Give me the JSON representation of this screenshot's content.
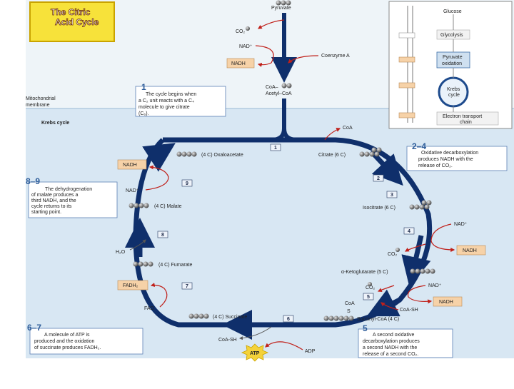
{
  "title": {
    "line1": "The Citric",
    "line2": "Acid Cycle"
  },
  "top": {
    "pyruvate": "Pyruvate",
    "co2": "CO₂",
    "nad_plus": "NAD⁺",
    "nadh": "NADH",
    "coenzyme_a": "Coenzyme A",
    "coa": "CoA–",
    "acetyl_coa": "Acetyl–CoA",
    "mito_membrane_1": "Mitochondrial",
    "mito_membrane_2": "membrane",
    "krebs_cycle": "Krebs cycle"
  },
  "inset": {
    "items": [
      "Glucose",
      "Glycolysis",
      "Pyruvate",
      "oxidation",
      "Krebs",
      "cycle",
      "Electron transport",
      "chain"
    ]
  },
  "notes": {
    "n1": {
      "num": "1",
      "lines": [
        "The cycle begins when",
        "a C₂ unit reacts with a C₄",
        "molecule to give citrate",
        "(C₆)."
      ]
    },
    "n24": {
      "num": "2–4",
      "lines": [
        "Oxidative decarboxylation",
        "produces NADH with the",
        "release of CO₂."
      ]
    },
    "n89": {
      "num": "8–9",
      "lines": [
        "The dehydrogenation",
        "of malate produces a",
        "third NADH, and the",
        "cycle returns to its",
        "starting point."
      ]
    },
    "n67": {
      "num": "6–7",
      "lines": [
        "A molecule of ATP is",
        "produced and the oxidation",
        "of succinate produces FADH₂."
      ]
    },
    "n5": {
      "num": "5",
      "lines": [
        "A second oxidative",
        "decarboxylation produces",
        "a second NADH with the",
        "release of a second CO₂."
      ]
    }
  },
  "cycle": {
    "oxaloacetate": "(4 C) Oxaloacetate",
    "citrate": "Citrate (6 C)",
    "isocitrate": "Isocitrate (6 C)",
    "ketoglutarate": "α-Ketoglutarate (5 C)",
    "succinyl_coa": "Succinyl-CoA (4 C)",
    "succinate": "(4 C) Succinate",
    "fumarate": "(4 C) Fumarate",
    "malate": "(4 C) Malate",
    "coa": "CoA",
    "nadh": "NADH",
    "nad_plus": "NAD⁺",
    "co2": "CO₂",
    "fadh2": "FADH₂",
    "fad": "FAD",
    "h2o": "H₂O",
    "coa_sh": "CoA-SH",
    "atp": "ATP",
    "adp": "ADP",
    "coa_side": "CoA",
    "s_side": "S",
    "steps": [
      "1",
      "2",
      "3",
      "4",
      "5",
      "6",
      "7",
      "8",
      "9"
    ]
  }
}
